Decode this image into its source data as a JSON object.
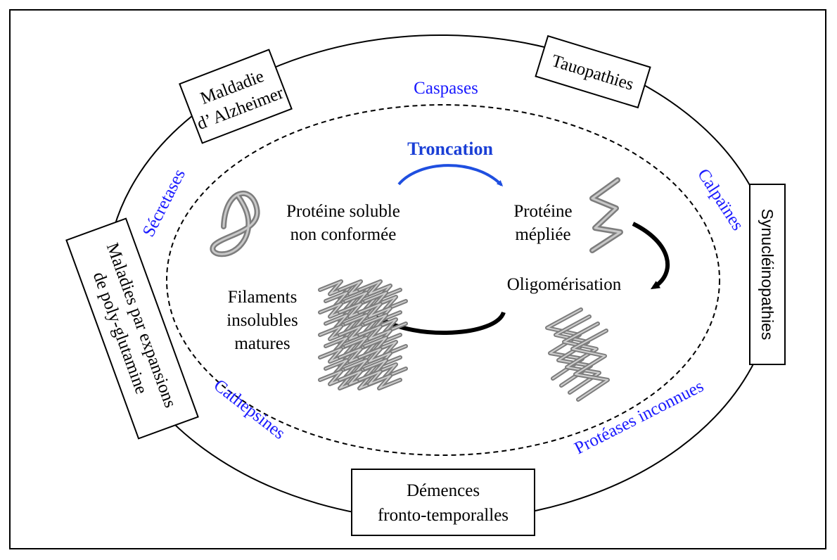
{
  "diseases": {
    "alzheimer": [
      "Maldadie",
      "d’ Alzheimer"
    ],
    "tauopathies": "Tauopathies",
    "synucleinopathies": "Synucléinopathies",
    "polyglutamine": [
      "Maladies par expansions",
      "de poly-glutamine"
    ],
    "fronto_temporal": [
      "Démences",
      "fronto-temporalles"
    ]
  },
  "proteases": {
    "caspases": "Caspases",
    "secretases": "Sécretases",
    "calpaines": "Calpaïnes",
    "cathepsines": "Cathepsines",
    "unknown": "Protéases inconnues"
  },
  "process": {
    "troncation": "Troncation",
    "soluble": [
      "Protéine soluble",
      "non conformée"
    ],
    "unfolded": [
      "Protéine",
      "mépliée"
    ],
    "oligomerisation": "Oligomérisation",
    "filaments": [
      "Filaments",
      "insolubles",
      "matures"
    ]
  },
  "colors": {
    "protease_text": "#1a1aff",
    "troncation_text": "#1a3fd6",
    "troncation_arrow": "#1f4fe0",
    "black_arrow": "#000000",
    "fibril": "#9a9a9a"
  }
}
